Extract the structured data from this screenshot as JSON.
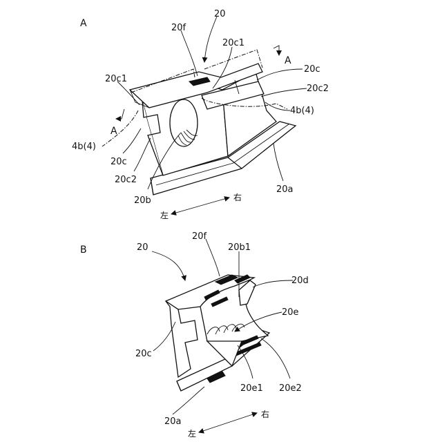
{
  "panels": {
    "a": {
      "letter": "A",
      "labels": {
        "part": "20",
        "top_20f": "20f",
        "c1_right": "20c1",
        "c1_left": "20c1",
        "c_right": "20c",
        "c2_right": "20c2",
        "ref_right": "4b(4)",
        "ref_left": "4b(4)",
        "c_left": "20c",
        "c2_left": "20c2",
        "b": "20b",
        "a": "20a",
        "section_right": "A",
        "section_left": "A"
      },
      "direction": {
        "left": "左",
        "right": "右"
      }
    },
    "b": {
      "letter": "B",
      "labels": {
        "part": "20",
        "top_20f": "20f",
        "b1": "20b1",
        "d": "20d",
        "e": "20e",
        "c": "20c",
        "e1": "20e1",
        "e2": "20e2",
        "a": "20a"
      },
      "direction": {
        "left": "左",
        "right": "右"
      }
    }
  }
}
